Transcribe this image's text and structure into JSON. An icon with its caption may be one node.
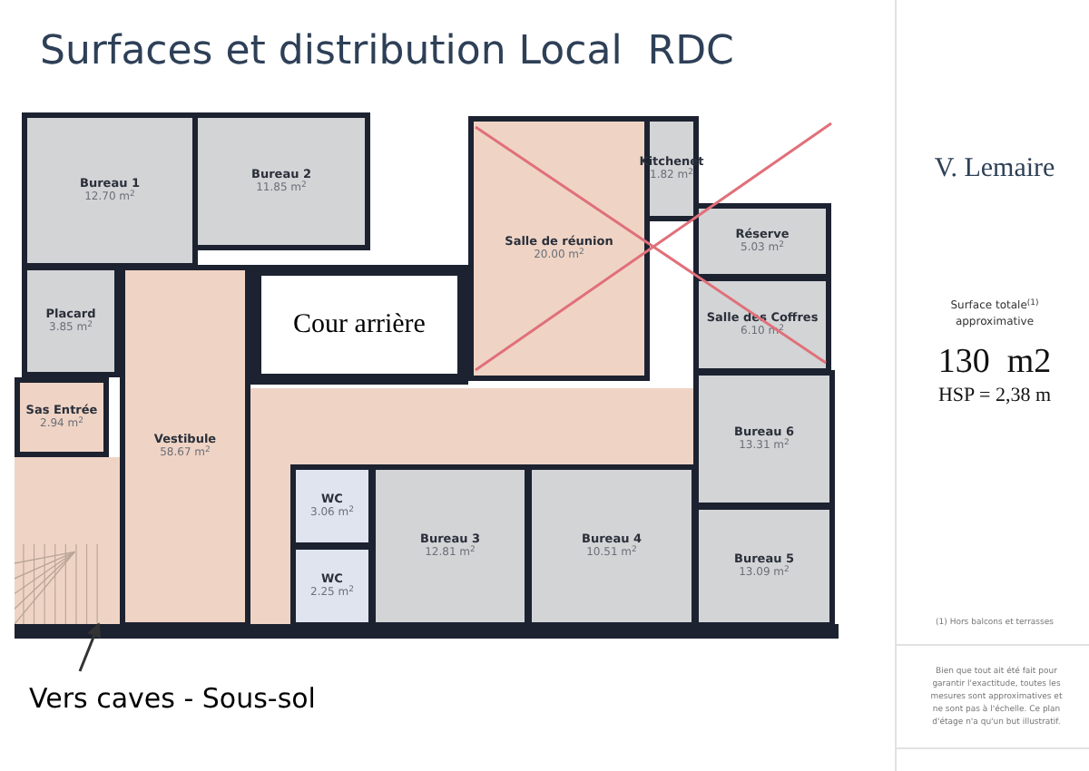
{
  "diagram": {
    "title": "Surfaces et distribution Local  RDC",
    "nodes": [
      {
        "text": [
          "Bureau 1",
          "12.70 m$^{2}$"
        ]
      },
      {
        "text": [
          "Bureau 2",
          "11.85 m$^{2}$"
        ]
      },
      {
        "text": [
          "Placard",
          "3.85 m$^{2}$"
        ]
      },
      {
        "text": [
          "Cour arrière"
        ]
      },
      {
        "text": [
          "Salle de réunion",
          "20.00 m$^{2}$"
        ]
      },
      {
        "text": [
          "Kitchenet",
          "1.82 m$^{2}$"
        ]
      },
      {
        "text": [
          "Réserve",
          "5.03 m$^{2}$"
        ]
      },
      {
        "text": [
          "Salle des Coffres",
          "6.10 m$^{2}$"
        ]
      },
      {
        "text": [
          "Sas Entrée",
          "2.94 m$^{2}$"
        ]
      },
      {
        "text": [
          "Vestibule",
          "58.67 m$^{2}$"
        ]
      },
      {
        "text": [
          "WC",
          "3.06 m$^{2}$"
        ]
      },
      {
        "text": [
          "WC",
          "2.25 m$^{2}$"
        ]
      },
      {
        "text": [
          "Bureau 3",
          "12.81 m$^{2}$"
        ]
      },
      {
        "text": [
          "Bureau 4",
          "10.51 m$^{2}$"
        ]
      },
      {
        "text": [
          "Bureau 6",
          "13.31 m$^{2}$"
        ]
      },
      {
        "text": [
          "Bureau 5",
          "13.09 m$^{2}$"
        ]
      },
      {
        "text": [],
        "shape": "picture"
      },
      {
        "text": [
          "Vers caves - Sous-sol"
        ]
      }
    ],
    "edges": [
      {
        "from": 17,
        "to": 16,
        "arrow": "to"
      }
    ],
    "labels": [
      "V. Lemaire",
      "Surface totale$^{(1)}$ approximative",
      "130  m2",
      "HSP = 2,38 m",
      "(1) Hors balcons et terrasses",
      "Bien que tout ait été fait pour garantir l'exactitude, toutes les mesures sont approximatives et ne sont pas à l'échelle. Ce plan d'étage n'a qu'un but illustratif."
    ]
  }
}
